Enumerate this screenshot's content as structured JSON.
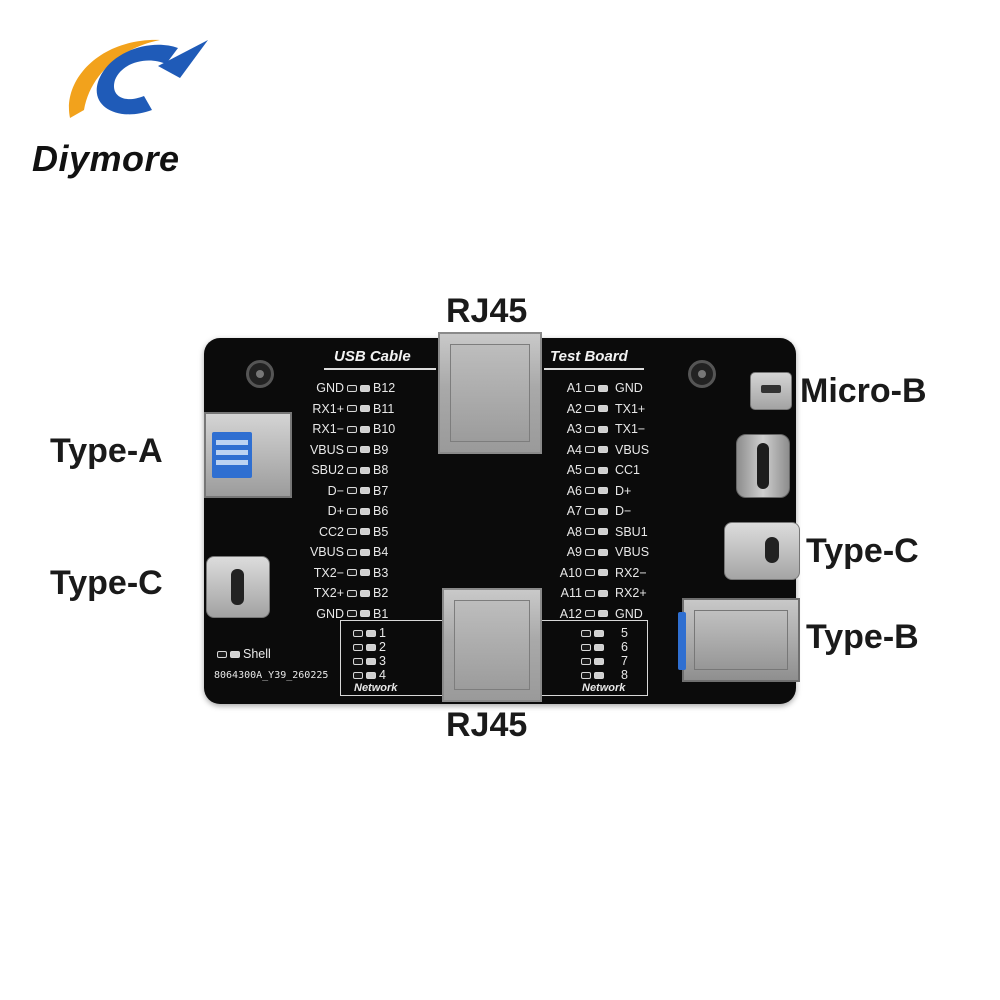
{
  "brand": {
    "name": "Diymore",
    "colors": {
      "blue": "#1f5bb8",
      "orange": "#f2a21c"
    }
  },
  "callouts": {
    "rj45_top": "RJ45",
    "rj45_bottom": "RJ45",
    "type_a": "Type-A",
    "type_c_left": "Type-C",
    "micro_b": "Micro-B",
    "type_c_right": "Type-C",
    "type_b": "Type-B"
  },
  "board": {
    "header_left": "USB Cable",
    "header_right": "Test Board",
    "left_pins": [
      {
        "a": "GND",
        "b": "B12"
      },
      {
        "a": "RX1+",
        "b": "B11"
      },
      {
        "a": "RX1−",
        "b": "B10"
      },
      {
        "a": "VBUS",
        "b": "B9"
      },
      {
        "a": "SBU2",
        "b": "B8"
      },
      {
        "a": "D−",
        "b": "B7"
      },
      {
        "a": "D+",
        "b": "B6"
      },
      {
        "a": "CC2",
        "b": "B5"
      },
      {
        "a": "VBUS",
        "b": "B4"
      },
      {
        "a": "TX2−",
        "b": "B3"
      },
      {
        "a": "TX2+",
        "b": "B2"
      },
      {
        "a": "GND",
        "b": "B1"
      }
    ],
    "right_pins": [
      {
        "a": "A1",
        "b": "GND"
      },
      {
        "a": "A2",
        "b": "TX1+"
      },
      {
        "a": "A3",
        "b": "TX1−"
      },
      {
        "a": "A4",
        "b": "VBUS"
      },
      {
        "a": "A5",
        "b": "CC1"
      },
      {
        "a": "A6",
        "b": "D+"
      },
      {
        "a": "A7",
        "b": "D−"
      },
      {
        "a": "A8",
        "b": "SBU1"
      },
      {
        "a": "A9",
        "b": "VBUS"
      },
      {
        "a": "A10",
        "b": "RX2−"
      },
      {
        "a": "A11",
        "b": "RX2+"
      },
      {
        "a": "A12",
        "b": "GND"
      }
    ],
    "network_left": [
      "1",
      "2",
      "3",
      "4"
    ],
    "network_right": [
      "5",
      "6",
      "7",
      "8"
    ],
    "network_label": "Network",
    "shell_label": "Shell",
    "part_number": "8064300A_Y39_260225"
  }
}
